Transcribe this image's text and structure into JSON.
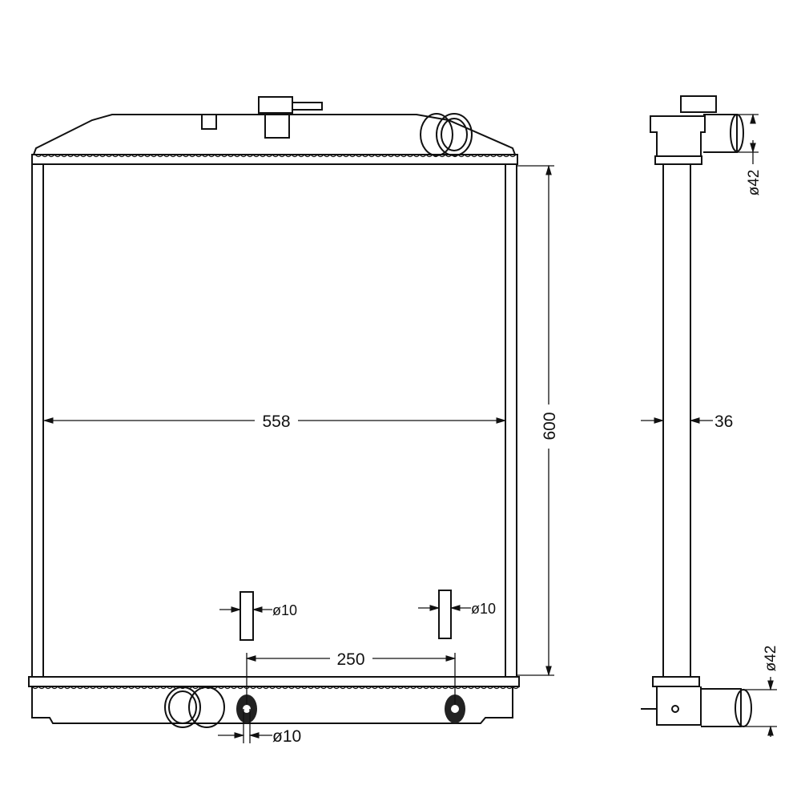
{
  "title": "Radiator dimension drawing",
  "front_view": {
    "width_label": "558",
    "height_label": "600",
    "spacing_label": "250",
    "drain_left_label": "ø10",
    "drain_right_label": "ø10",
    "bottom_pin_label": "ø10"
  },
  "side_view": {
    "depth_label": "36",
    "top_outlet_label": "ø42",
    "bottom_outlet_label": "ø42"
  },
  "colors": {
    "line": "#111111",
    "background": "#ffffff"
  }
}
